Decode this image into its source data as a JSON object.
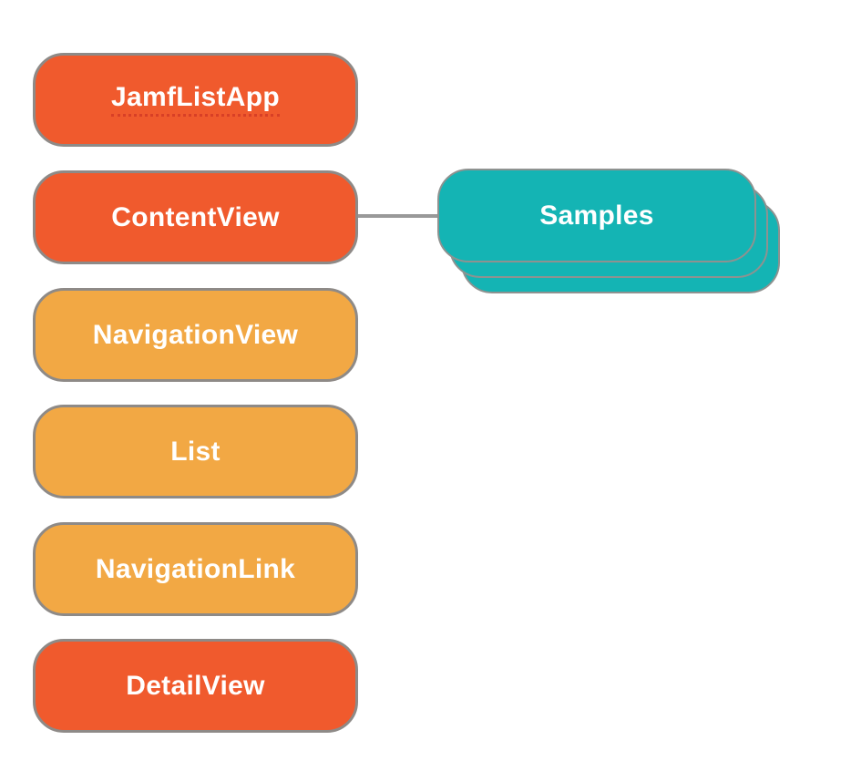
{
  "diagram": {
    "nodes": [
      {
        "label": "JamfListApp",
        "color": "#F05A2D",
        "spellcheck_underline": true
      },
      {
        "label": "ContentView",
        "color": "#F05A2D",
        "spellcheck_underline": false
      },
      {
        "label": "NavigationView",
        "color": "#F2A844",
        "spellcheck_underline": false
      },
      {
        "label": "List",
        "color": "#F2A844",
        "spellcheck_underline": false
      },
      {
        "label": "NavigationLink",
        "color": "#F2A844",
        "spellcheck_underline": false
      },
      {
        "label": "DetailView",
        "color": "#F05A2D",
        "spellcheck_underline": false
      }
    ],
    "stack": {
      "label": "Samples",
      "layers": 3,
      "color": "#14B4B4"
    },
    "connector": {
      "from": "ContentView",
      "to": "Samples"
    },
    "colors": {
      "node_primary": "#F05A2D",
      "node_secondary": "#F2A844",
      "stack_accent": "#14B4B4",
      "outline": "#8E8A87",
      "connector_line": "#999999",
      "label_text": "#FFFFFF",
      "background": "#FFFFFF"
    }
  }
}
